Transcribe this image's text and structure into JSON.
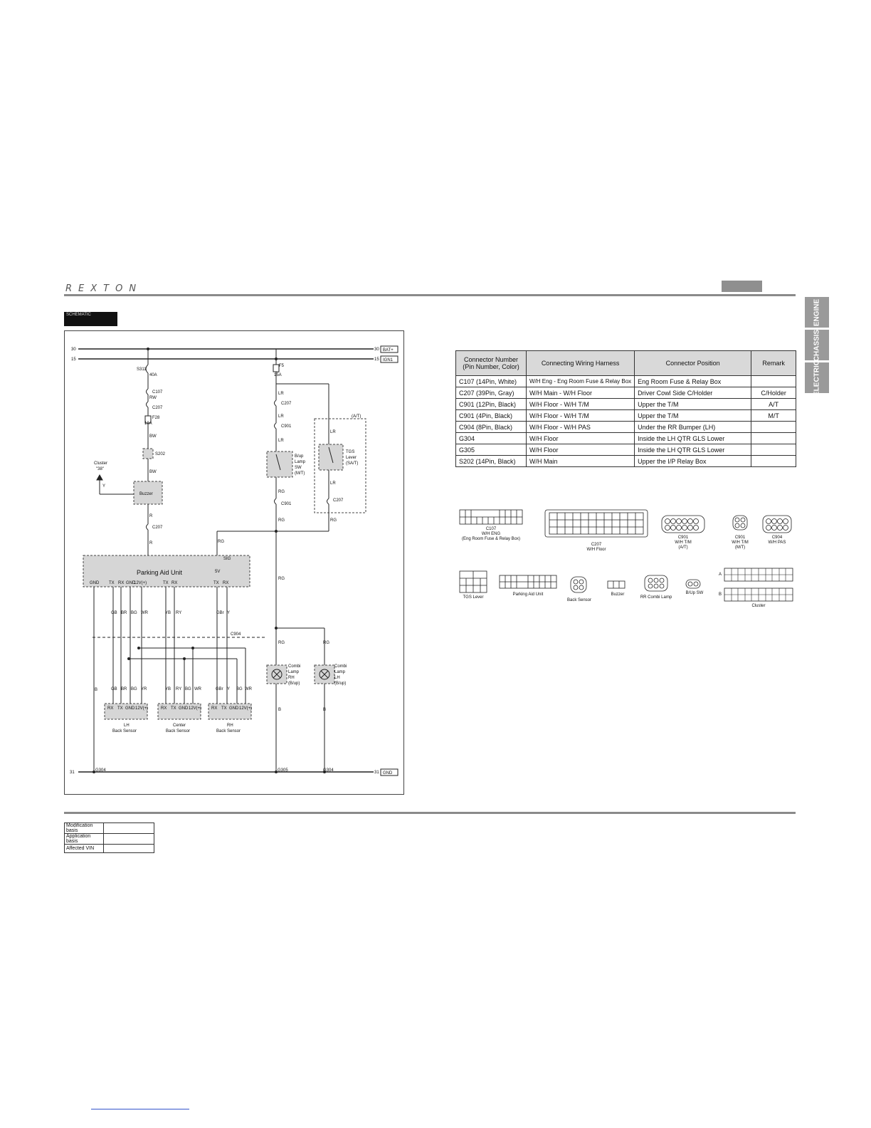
{
  "header": {
    "logo_text": "REXTON"
  },
  "side_tabs": [
    "ENGINE",
    "CHASSIS",
    "ELECTRIC"
  ],
  "section_tab_label": "SCHEMATIC",
  "diagram": {
    "rail_30": "30",
    "rail_15": "15",
    "rail_31": "31",
    "bat_tag": "BAT+",
    "ign_tag": "IGN1",
    "gnd_tag": "GND",
    "s311": "S311",
    "fuse_40a": "40A",
    "c107": "C107",
    "c207": "C207",
    "f28": "F28",
    "fuse_10a": "10A",
    "s202": "S202",
    "f5": "F5",
    "fuse_15a": "15A",
    "c901": "C901",
    "at_label": "(A/T)",
    "cluster_label": "Cluster",
    "cluster_pin": "\"38\"",
    "buzzer": "Buzzer",
    "parking_aid_unit": "Parking Aid Unit",
    "sig": "SIG",
    "volt_5v": "5V",
    "c904": "C904",
    "bup_sw": [
      "B/up",
      "Lamp",
      "SW",
      "(M/T)"
    ],
    "tgs_lever": [
      "TGS",
      "Lever",
      "(SA/T)"
    ],
    "combi_rh": [
      "Combi",
      "Lamp",
      "RH",
      "(B/up)"
    ],
    "combi_lh": [
      "Combi",
      "Lamp",
      "LH",
      "(B/up)"
    ],
    "lh_sensor": [
      "LH",
      "Back Sensor"
    ],
    "center_sensor": [
      "Center",
      "Back Sensor"
    ],
    "rh_sensor": [
      "RH",
      "Back Sensor"
    ],
    "g304": "G304",
    "g305": "G305",
    "wire_labels": {
      "rw": "RW",
      "bw": "BW",
      "y": "Y",
      "r": "R",
      "lr": "LR",
      "rg": "RG",
      "b": "B",
      "gb": "GB",
      "br": "BR",
      "bg": "BG",
      "wr": "WR",
      "yb": "YB",
      "ry": "RY",
      "gbr": "GBr",
      "yr": "YR"
    },
    "pau_pins": [
      "GND",
      "TX",
      "RX",
      "GND",
      "12V(+)",
      "TX",
      "RX",
      "TX",
      "RX"
    ],
    "sensor_pins": [
      "RX",
      "TX",
      "GND",
      "12V(+)"
    ]
  },
  "connector_table": {
    "headers": [
      "Connector Number (Pin Number, Color)",
      "Connecting Wiring Harness",
      "Connector Position",
      "Remark"
    ],
    "rows": [
      [
        "C107 (14Pin, White)",
        "W/H Eng - Eng Room Fuse & Relay Box",
        "Eng Room Fuse & Relay Box",
        ""
      ],
      [
        "C207 (39Pin, Gray)",
        "W/H Main - W/H Floor",
        "Driver Cowl Side C/Holder",
        "C/Holder"
      ],
      [
        "C901 (12Pin, Black)",
        "W/H Floor - W/H T/M",
        "Upper the T/M",
        "A/T"
      ],
      [
        "C901 (4Pin, Black)",
        "W/H Floor - W/H T/M",
        "Upper the T/M",
        "M/T"
      ],
      [
        "C904 (8Pin, Black)",
        "W/H Floor - W/H PAS",
        "Under the RR Bumper (LH)",
        ""
      ],
      [
        "G304",
        "W/H Floor",
        "Inside the LH QTR GLS Lower",
        ""
      ],
      [
        "G305",
        "W/H Floor",
        "Inside the LH QTR GLS Lower",
        ""
      ],
      [
        "S202 (14Pin, Black)",
        "W/H Main",
        "Upper the I/P Relay Box",
        ""
      ]
    ]
  },
  "connector_views": {
    "c107": [
      "C107",
      "W/H ENG",
      "(Eng Room Fuse & Relay Box)"
    ],
    "c207": [
      "C207",
      "W/H Floor"
    ],
    "c901_at": [
      "C901",
      "W/H T/M",
      "(A/T)"
    ],
    "c901_mt": [
      "C901",
      "W/H T/M",
      "(M/T)"
    ],
    "c904": [
      "C904",
      "W/H PAS"
    ],
    "tgs_lever": "TGS Lever",
    "parking_aid_unit": "Parking Aid Unit",
    "back_sensor": "Back Sensor",
    "buzzer": "Buzzer",
    "rr_combi_lamp": "RR Combi Lamp",
    "bup_sw": "B/Up SW",
    "cluster": "Cluster",
    "cluster_row_a": "A",
    "cluster_row_b": "B"
  },
  "modification_table": [
    {
      "key": "Modification basis",
      "value": ""
    },
    {
      "key": "Application basis",
      "value": ""
    },
    {
      "key": "Affected VIN",
      "value": ""
    }
  ]
}
